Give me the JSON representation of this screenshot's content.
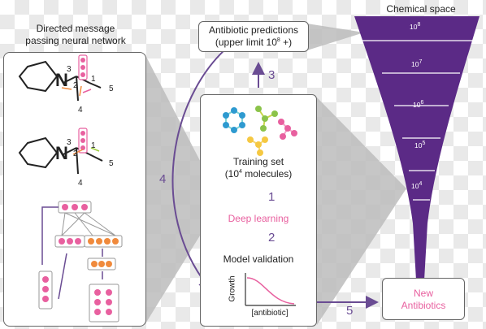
{
  "title_left_line1": "Directed message",
  "title_left_line2": "passing neural network",
  "chem_space": "Chemical space",
  "pred_line1": "Antibiotic predictions",
  "pred_line2": "(upper limit 10",
  "pred_line2_sup": "8",
  "pred_line2_end": " +)",
  "training_line1": "Training set",
  "training_line2_a": "(10",
  "training_line2_sup": "4",
  "training_line2_b": " molecules)",
  "deep_learning": "Deep learning",
  "model_validation": "Model validation",
  "growth_label": "Growth",
  "antibiotic_label": "[antibiotic]",
  "new_line1": "New",
  "new_line2": "Antibiotics",
  "step_numbers": {
    "s1": "1",
    "s2": "2",
    "s3": "3",
    "s4": "4",
    "s5": "5"
  },
  "funnel_levels": [
    {
      "base": "10",
      "exp": "8"
    },
    {
      "base": "10",
      "exp": "7"
    },
    {
      "base": "10",
      "exp": "6"
    },
    {
      "base": "10",
      "exp": "5"
    },
    {
      "base": "10",
      "exp": "4"
    }
  ],
  "mol_numbers": {
    "n3": "3",
    "n2": "2",
    "n1": "1",
    "n5": "5",
    "n4": "4",
    "N": "N"
  },
  "colors": {
    "purple": "#5b2a86",
    "pink": "#e8609f",
    "orange": "#f08a3c",
    "gray": "#c8c8c8"
  }
}
